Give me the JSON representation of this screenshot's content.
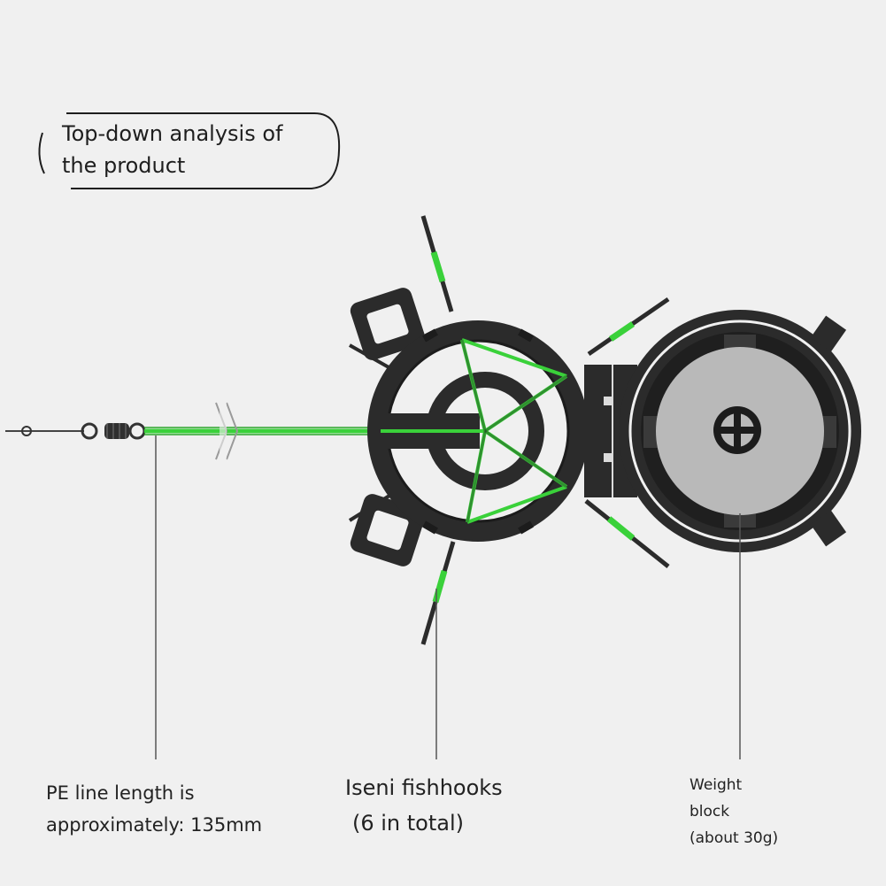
{
  "title": {
    "line1": "Top-down analysis of",
    "line2": "the product"
  },
  "callouts": {
    "pe_line": {
      "line1": "PE line length is",
      "line2": "approximately: 135mm"
    },
    "fishhooks": {
      "line1": "Iseni fishhooks",
      "line2": "(6 in total)"
    },
    "weight": {
      "line1": "Weight",
      "line2": "block",
      "line3": "(about 30g)"
    }
  },
  "colors": {
    "background": "#f0f0f0",
    "frame": "#2b2b2b",
    "line_green": "#3ad13a",
    "weight_disc": "#b9b9b9",
    "leader": "#555555"
  },
  "icons": [
    "swivel-icon",
    "fishhook-icon",
    "weight-disc-icon",
    "break-mark-icon"
  ]
}
